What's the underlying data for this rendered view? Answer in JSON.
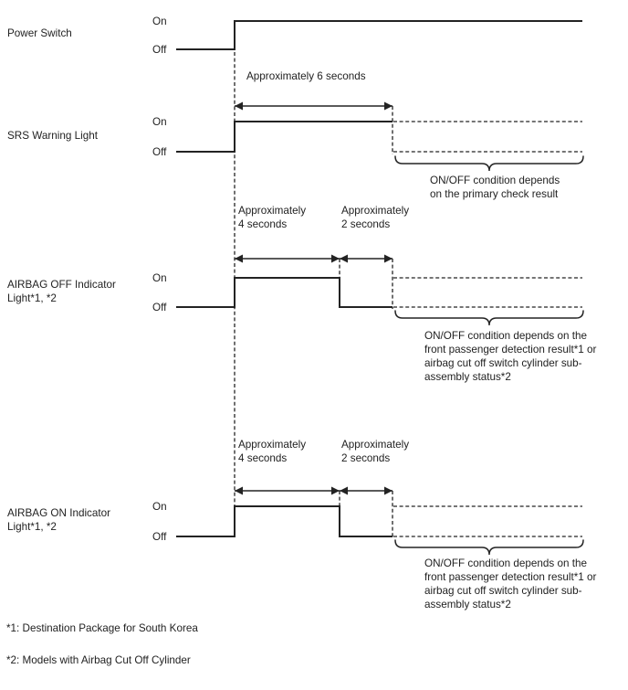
{
  "diagram": {
    "background": "#ffffff",
    "line_color": "#232323",
    "rows": [
      {
        "label_lines": [
          "Power Switch"
        ],
        "on_label": "On",
        "off_label": "Off"
      },
      {
        "label_lines": [
          "SRS Warning Light"
        ],
        "on_label": "On",
        "off_label": "Off"
      },
      {
        "label_lines": [
          "AIRBAG OFF Indicator",
          "Light*1, *2"
        ],
        "on_label": "On",
        "off_label": "Off"
      },
      {
        "label_lines": [
          "AIRBAG ON Indicator",
          "Light*1, *2"
        ],
        "on_label": "On",
        "off_label": "Off"
      }
    ],
    "durations": {
      "six_seconds": "Approximately 6 seconds",
      "approx_line": "Approximately",
      "four_seconds_line": "4 seconds",
      "two_seconds_line": "2 seconds"
    },
    "notes": {
      "srs_lines": [
        "ON/OFF condition depends",
        "on the primary check result"
      ],
      "airbag_lines": [
        "ON/OFF condition depends on the",
        "front passenger detection result*1 or",
        "airbag cut off switch cylinder sub-",
        "assembly status*2"
      ]
    },
    "footnotes": [
      "*1: Destination Package for South Korea",
      "*2: Models with Airbag Cut Off Cylinder"
    ]
  }
}
